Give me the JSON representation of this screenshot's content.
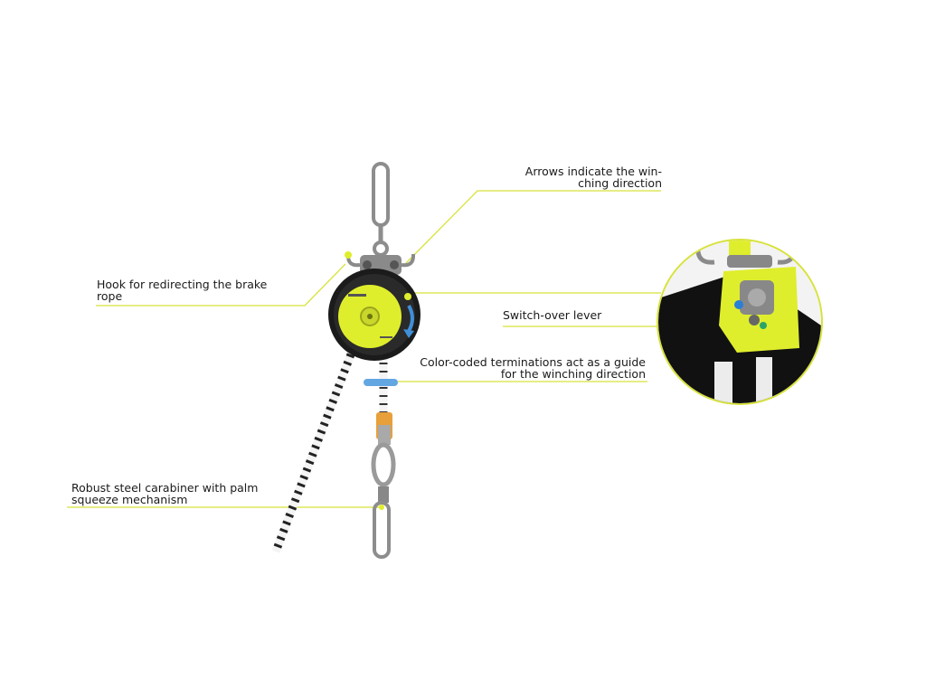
{
  "colors": {
    "leader_line": "#d7e23a",
    "accent_yellow": "#dfee2c",
    "device_body": "#1b1b1b",
    "steel": "#9a9a9a",
    "blue_arrow": "#3f8fd8",
    "blue_termination": "#62a6e2",
    "orange_sleeve": "#e8a03a"
  },
  "callouts": {
    "arrows": {
      "line1": "Arrows indicate the win-",
      "line2": "ching direction"
    },
    "hook": {
      "line1": "Hook for redirecting the brake",
      "line2": "rope"
    },
    "lever": {
      "line1": "Switch-over lever"
    },
    "color_coded": {
      "line1": "Color-coded terminations act as a guide",
      "line2": "for the winching direction"
    },
    "carabiner": {
      "line1": "Robust steel carabiner with palm",
      "line2": "squeeze mechanism"
    }
  },
  "icons": {
    "device": "rescue-winch-device",
    "detail": "switch-over-lever-detail-circle"
  }
}
